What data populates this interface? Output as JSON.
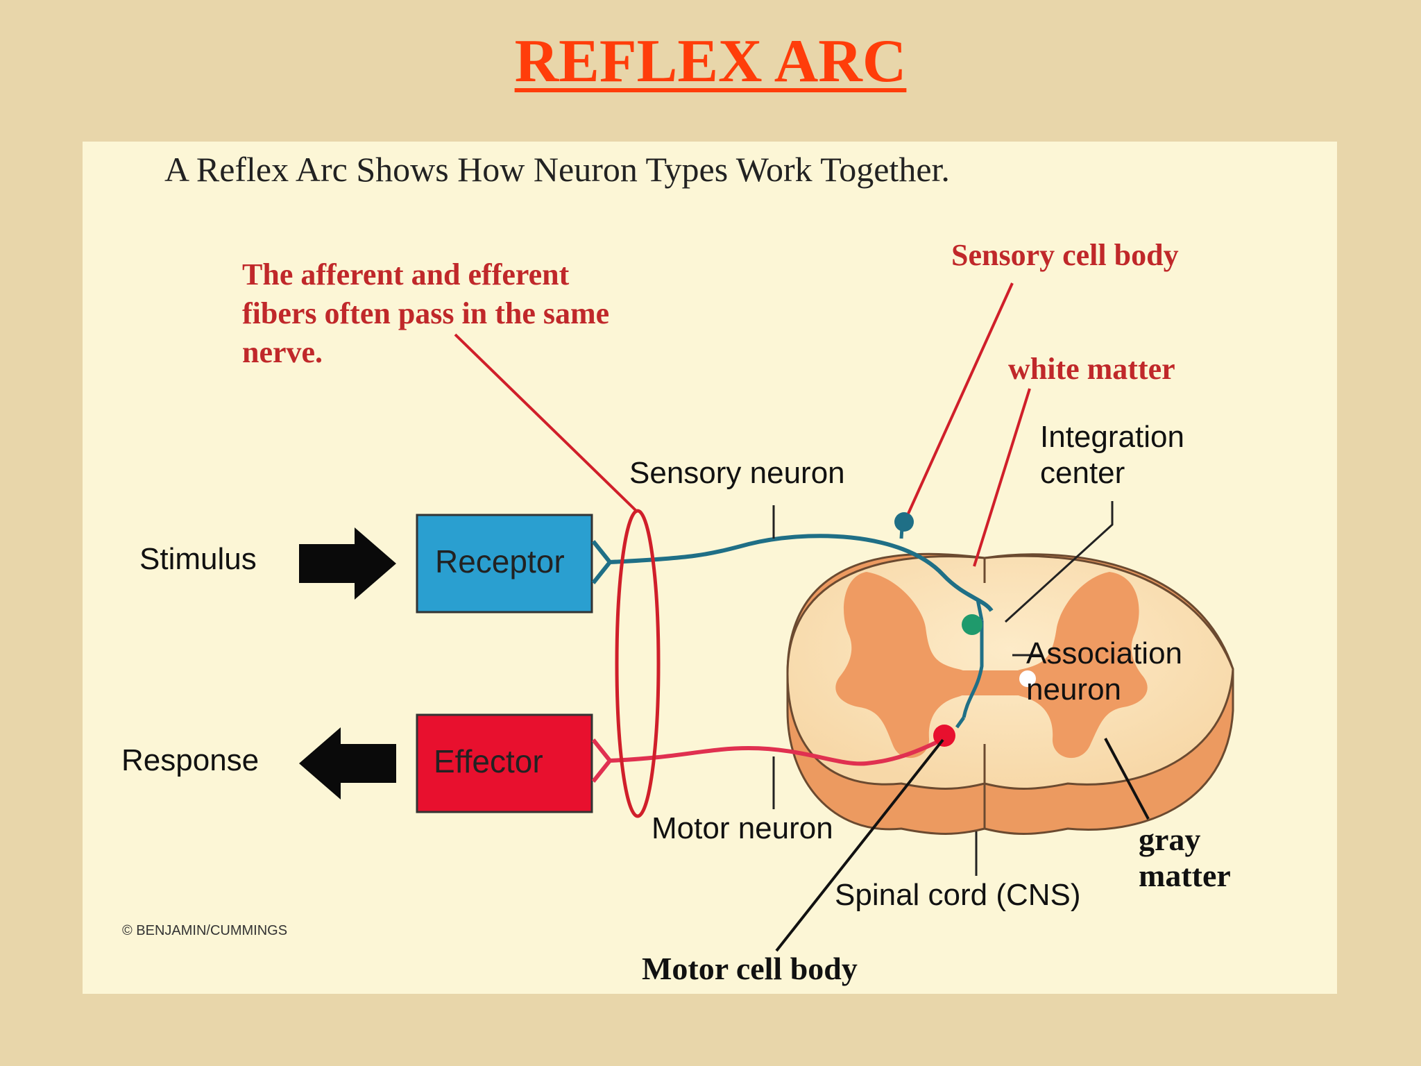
{
  "slide": {
    "title": "REFLEX ARC"
  },
  "diagram": {
    "heading": "A Reflex Arc Shows How Neuron Types Work Together.",
    "note_lines": [
      "The afferent and efferent",
      "fibers often pass in the same",
      "nerve."
    ],
    "labels": {
      "sensory_cell_body": "Sensory cell body",
      "white_matter": "white matter",
      "integration_center_line1": "Integration",
      "integration_center_line2": "center",
      "sensory_neuron": "Sensory neuron",
      "stimulus": "Stimulus",
      "receptor": "Receptor",
      "association_neuron_line1": "Association",
      "association_neuron_line2": "neuron",
      "response": "Response",
      "effector": "Effector",
      "motor_neuron": "Motor neuron",
      "gray_matter_line1": "gray",
      "gray_matter_line2": "matter",
      "spinal_cord": "Spinal cord (CNS)",
      "motor_cell_body": "Motor cell body",
      "copyright": "© BENJAMIN/CUMMINGS"
    },
    "colors": {
      "slide_bg": "#e8d6aa",
      "panel_bg": "#fcf6d6",
      "title": "#ff3d0a",
      "annotation": "#c0282a",
      "receptor": "#2a9fd0",
      "effector": "#e8102e",
      "sensory_fiber": "#1f6f86",
      "motor_fiber": "#e03050",
      "white_matter": "#fbe3bb",
      "gray_matter": "#ef9b62"
    }
  }
}
